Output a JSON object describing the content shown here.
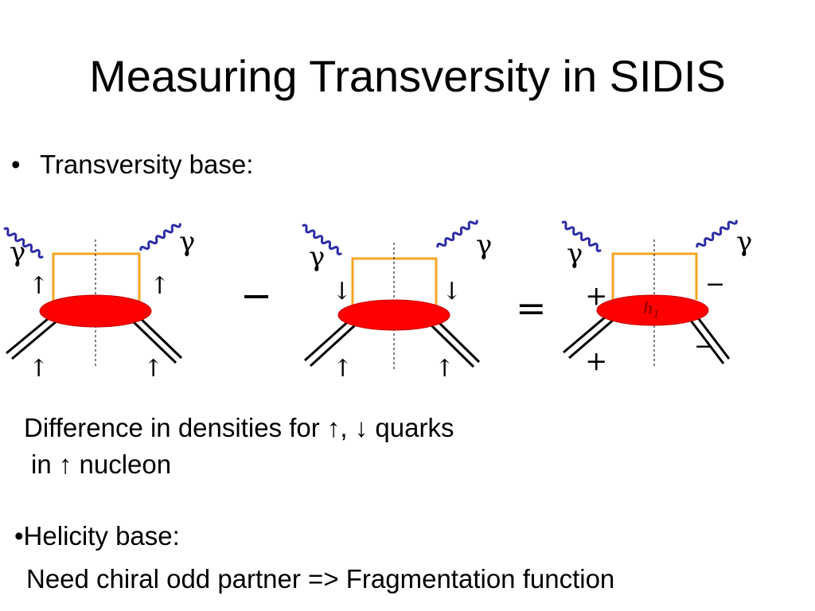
{
  "title": "Measuring Transversity in SIDIS",
  "bullet_1": {
    "marker": "•",
    "text": "Transversity base:"
  },
  "diagram": {
    "photon_symbol": "γ",
    "arrow_up": "↑",
    "arrow_down": "↓",
    "minus_operator": "−",
    "equals_operator": "=",
    "plus_sign": "+",
    "minus_sign": "−",
    "blob_label": "h",
    "blob_label_subscript": "1",
    "colors": {
      "blob": "#ff0000",
      "quark_line": "#f5a623",
      "photon": "#2b2ba8",
      "cut_line": "#000000"
    }
  },
  "caption": {
    "line1": "Difference in densities for ↑, ↓ quarks",
    "line2": "in ↑ nucleon"
  },
  "bullet_2": "•Helicity base:",
  "bullet_2_text": "Need chiral odd partner => Fragmentation function"
}
